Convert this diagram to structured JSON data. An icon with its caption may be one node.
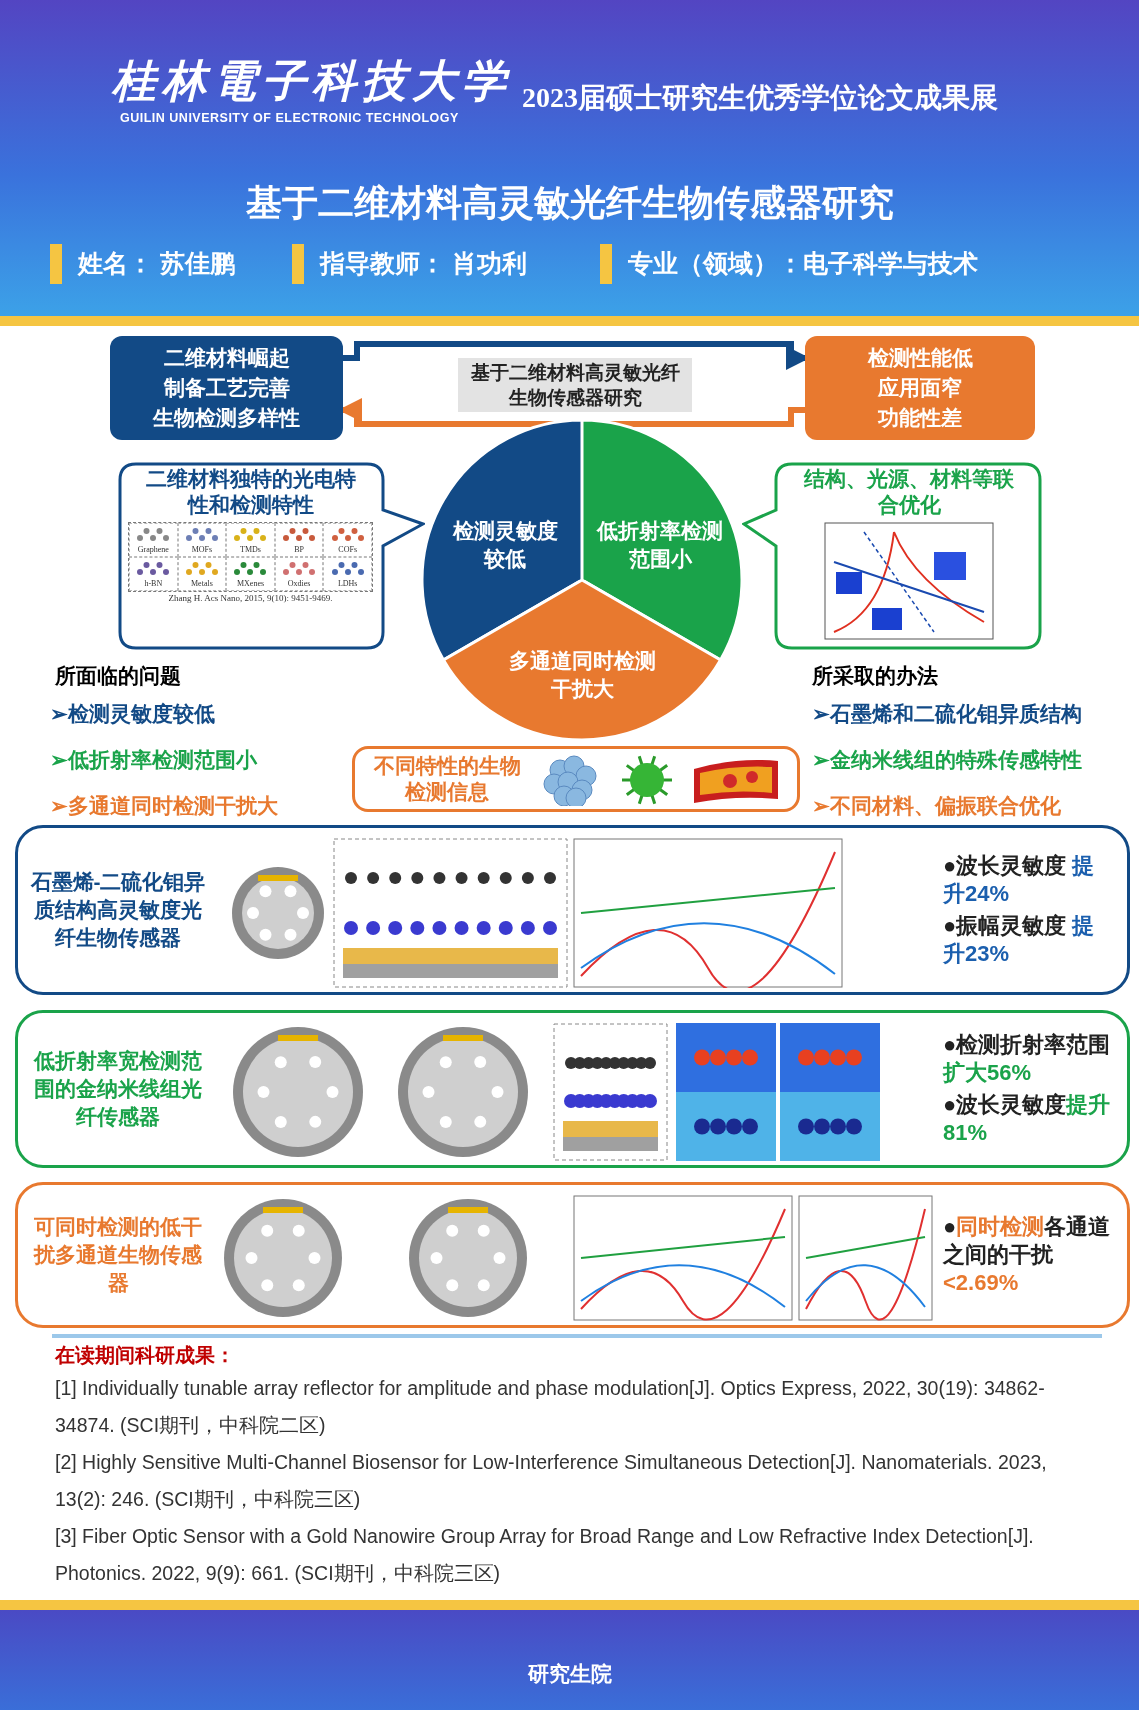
{
  "diagram": {
    "title": "基于二维材料高灵敏光纤生物传感器研究",
    "nodes": [
      {
        "text": [
          "二维材料崛起",
          "制备工艺完善",
          "生物检测多样性"
        ]
      },
      {
        "text": [
          "基于二维材料高灵敏光纤生物传感器研究"
        ]
      },
      {
        "text": [
          "检测性能低",
          "应用面窄",
          "功能性差"
        ]
      },
      {
        "text": [
          "检测灵敏度较低"
        ]
      },
      {
        "text": [
          "低折射率检测范围小"
        ]
      },
      {
        "text": [
          "多通道同时检测干扰大"
        ]
      },
      {
        "text": [
          "二维材料独特的光电特性和检测特性"
        ]
      },
      {
        "text": [
          "结构、光源、材料等联合优化"
        ]
      },
      {
        "text": [
          "不同特性的生物检测信息"
        ]
      },
      {
        "text": [
          "石墨烯-二硫化钼异质结构高灵敏度光纤生物传感器",
          "●波长灵敏度 **提升24%**",
          "●振幅灵敏度 **提升23%**"
        ]
      },
      {
        "text": [
          "低折射率宽检测范围的金纳米线组光纤传感器",
          "●检测折射率范围**扩大56%**",
          "●波长灵敏度**提升 81%**"
        ]
      },
      {
        "text": [
          "可同时检测的低干扰多通道生物传感器",
          "●**同时检测**各通道之间的干扰**<2.69%**"
        ]
      }
    ],
    "edges": [
      {
        "from": 0,
        "to": 2,
        "arrow": "to",
        "color": "#124a86"
      },
      {
        "from": 2,
        "to": 0,
        "arrow": "to",
        "color": "#e8792f"
      }
    ],
    "labels": [
      "桂林電子科技大学",
      "GUILIN UNIVERSITY OF ELECTRONIC TECHNOLOGY",
      "2023届硕士研究生优秀学位论文成果展",
      "姓名： 苏佳鹏",
      "指导教师： 肖功利",
      "专业（领域）：电子科学与技术",
      "Graphene",
      "MOFs",
      "TMDs",
      "BP",
      "COFs",
      "h-BN",
      "Metals",
      "MXenes",
      "Oxdies",
      "LDHs",
      "Zhang H. Acs Nano, 2015, 9(10): 9451-9469.",
      "所面临的问题",
      "➢检测灵敏度较低",
      "➢低折射率检测范围小",
      "➢多通道同时检测干扰大",
      "所采取的办法",
      "➢石墨烯和二硫化钼异质结构",
      "➢金纳米线组的特殊传感特性",
      "➢不同材料、偏振联合优化",
      "在读期间科研成果：",
      "[1] Individually tunable array reflector for amplitude and phase modulation[J]. Optics Express, 2022, 30(19): 34862-34874. (SCI期刊，中科院二区)",
      "[2] Highly Sensitive Multi-Channel Biosensor for Low-Interference Simultaneous Detection[J]. Nanomaterials. 2023, 13(2): 246. (SCI期刊，中科院三区)",
      "[3] Fiber Optic Sensor with a Gold Nanowire Group Array for Broad Range and Low Refractive Index Detection[J]. Photonics. 2022, 9(9): 661. (SCI期刊，中科院三区)",
      "研究生院"
    ]
  }
}
